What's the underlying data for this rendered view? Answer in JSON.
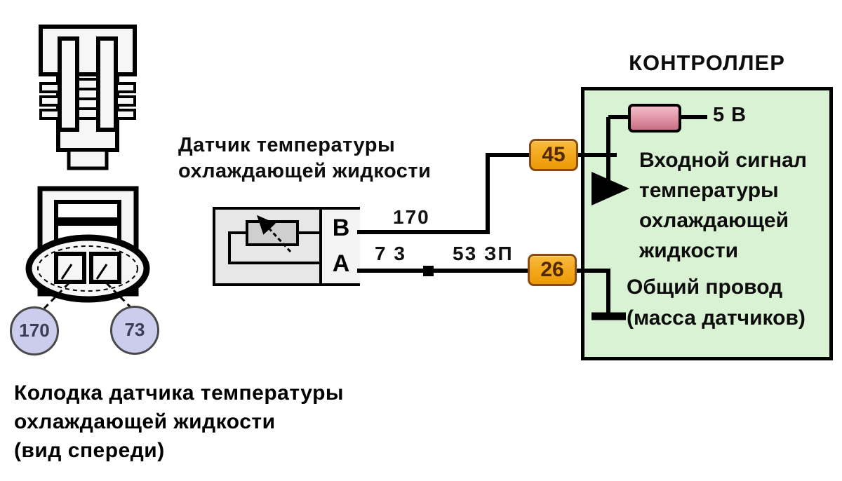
{
  "controller": {
    "title": "КОНТРОЛЛЕР",
    "supply_label": "5 В",
    "input_signal_lines": [
      "Входной сигнал",
      "температуры",
      "охлаждающей",
      "жидкости"
    ],
    "ground_lines": [
      "Общий провод",
      "(масса датчиков)"
    ],
    "pins": {
      "signal": "45",
      "ground": "26"
    }
  },
  "sensor": {
    "label_lines": [
      "Датчик температуры",
      "охлаждающей жидкости"
    ],
    "terminals": {
      "top": "В",
      "bottom": "А"
    }
  },
  "wires": {
    "signal_label": "170",
    "ground_label_before_splice": "7 3",
    "ground_label_after_splice": "53 ЗП"
  },
  "connector": {
    "caption_lines": [
      "Колодка датчика температуры",
      "охлаждающей жидкости",
      "(вид спереди)"
    ],
    "cavity_labels": [
      "170",
      "73"
    ]
  },
  "colors": {
    "controller_fill": "#d9f2d3",
    "pin_badge": "#f2a71b",
    "pin_badge_border": "#8a4a10",
    "resistor_top": "#efb0bd",
    "resistor_bottom": "#c36a80",
    "cavity_circle": "#ccccec",
    "wire": "#000000"
  }
}
